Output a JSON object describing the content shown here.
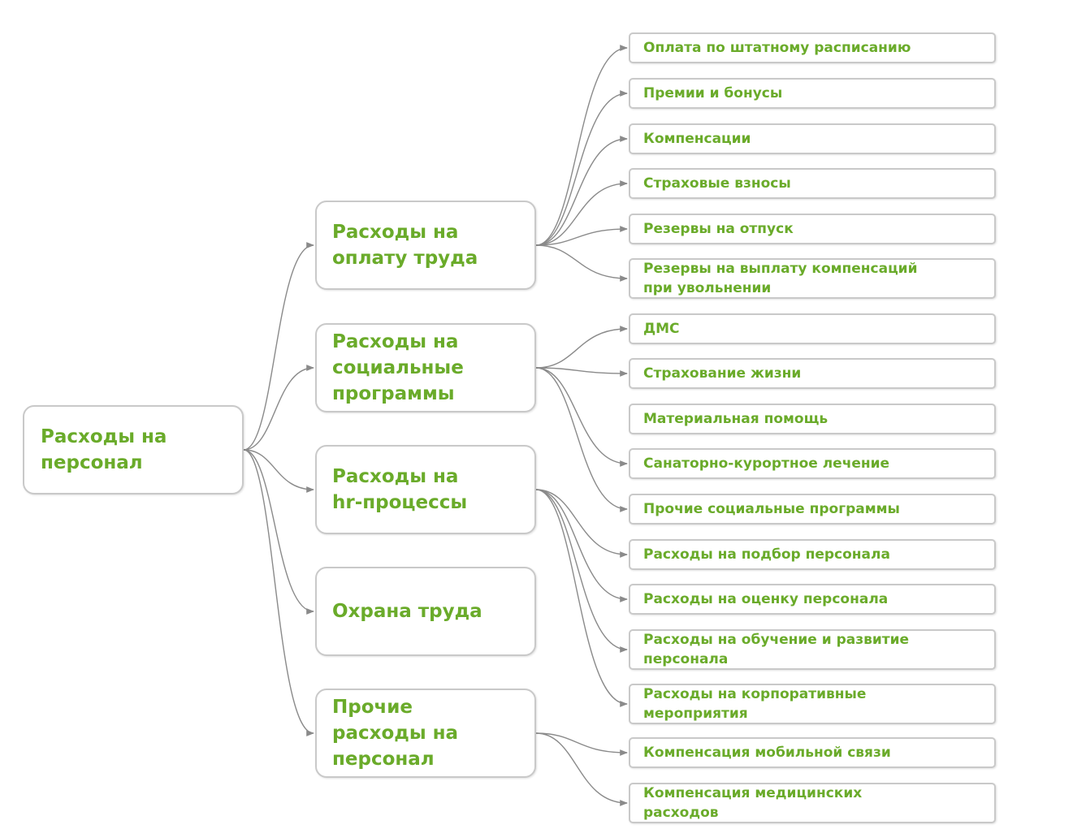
{
  "colors": {
    "text": "#6aab2a",
    "border": "#c9c9c9",
    "connector": "#8a8a8a"
  },
  "diagram": {
    "root": {
      "label": "Расходы на\nперсонал"
    },
    "categories": [
      {
        "label": "Расходы на\nоплату труда",
        "items": [
          {
            "label": "Оплата по штатному расписанию"
          },
          {
            "label": "Премии и бонусы"
          },
          {
            "label": "Компенсации"
          },
          {
            "label": "Страховые взносы"
          },
          {
            "label": "Резервы на отпуск"
          },
          {
            "label": "Резервы на выплату компенсаций\nпри увольнении"
          }
        ]
      },
      {
        "label": "Расходы на\nсоциальные\nпрограммы",
        "items": [
          {
            "label": "ДМС"
          },
          {
            "label": "Страхование жизни"
          },
          {
            "label": "Материальная помощь"
          },
          {
            "label": "Санаторно-курортное лечение"
          },
          {
            "label": "Прочие социальные программы"
          }
        ]
      },
      {
        "label": "Расходы на\nhr-процессы",
        "items": [
          {
            "label": "Расходы на подбор персонала"
          },
          {
            "label": "Расходы на оценку персонала"
          },
          {
            "label": "Расходы на обучение и развитие\nперсонала"
          },
          {
            "label": "Расходы на корпоративные\nмероприятия"
          }
        ]
      },
      {
        "label": "Охрана труда",
        "items": []
      },
      {
        "label": "Прочие\nрасходы на\nперсонал",
        "items": [
          {
            "label": "Компенсация мобильной связи"
          },
          {
            "label": "Компенсация медицинских\nрасходов"
          }
        ]
      }
    ]
  }
}
